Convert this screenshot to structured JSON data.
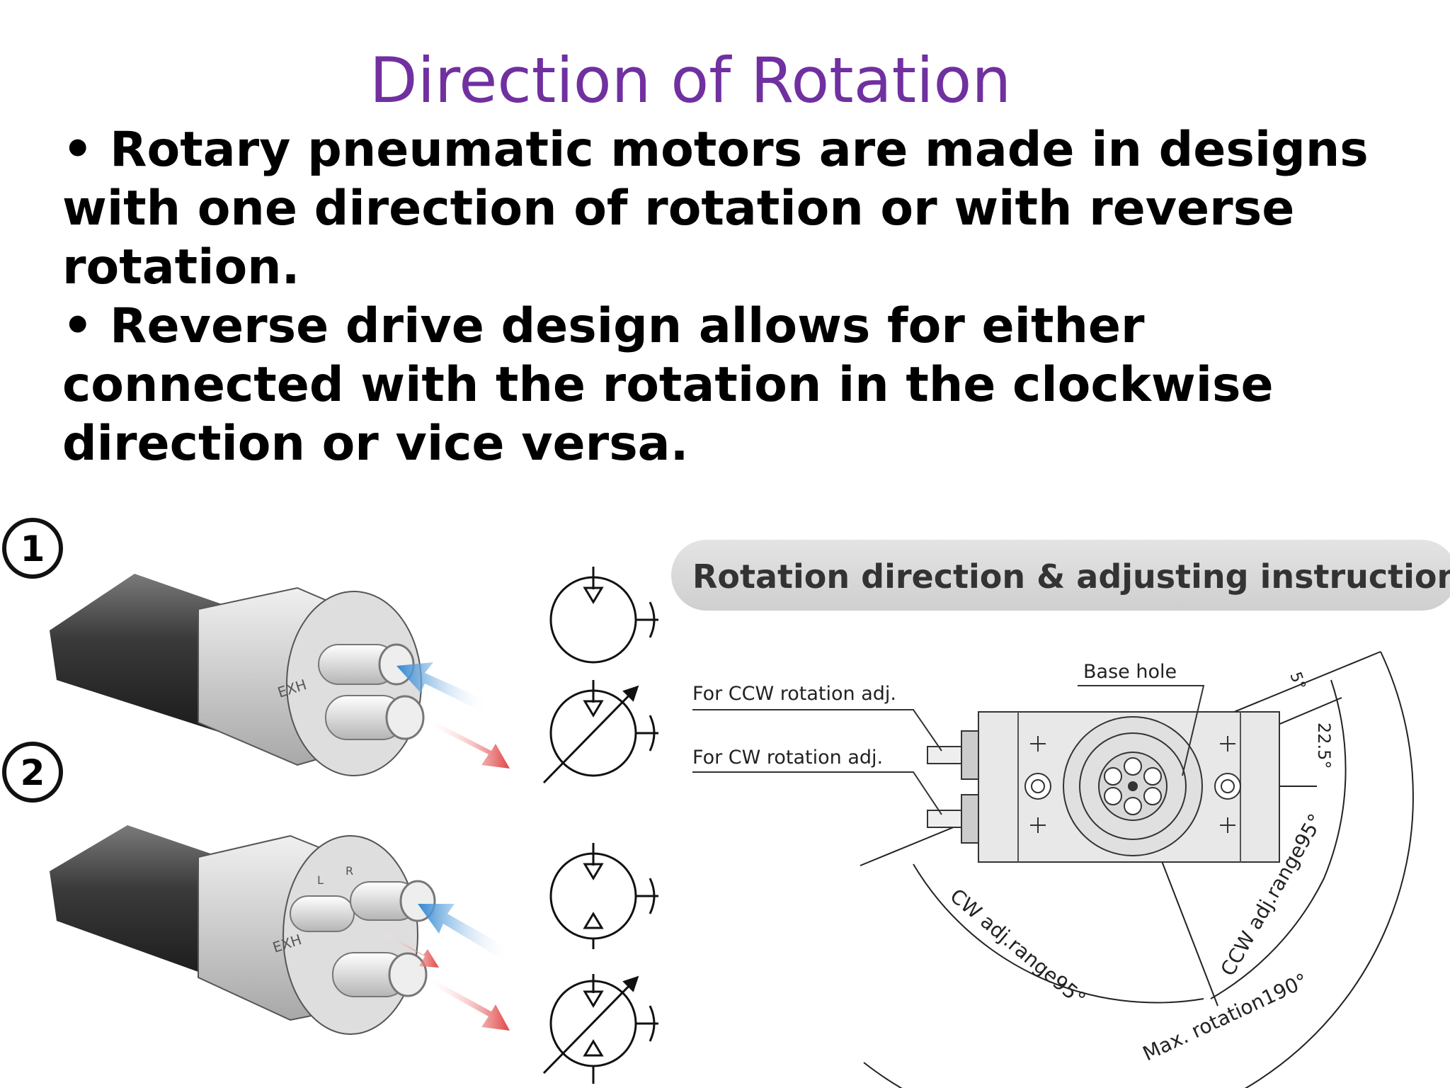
{
  "slide": {
    "title": "Direction of Rotation",
    "bullets": [
      "• Rotary pneumatic motors are made in designs with one direction of rotation or with reverse rotation.",
      "• Reverse drive design allows for either connected with the rotation in the clockwise direction or vice versa."
    ]
  },
  "left_figure": {
    "marker_1": "1",
    "marker_2": "2",
    "exh_label_1": "EXH",
    "exh_label_2": "EXH",
    "port_l": "L",
    "port_r": "R"
  },
  "right_figure": {
    "header": "Rotation direction & adjusting instruction",
    "label_base_hole": "Base hole",
    "label_ccw_adj": "For CCW rotation adj.",
    "label_cw_adj": "For CW rotation adj.",
    "angle_5": "5°",
    "angle_22_5": "22.5°",
    "cw_range": "CW adj.range95°",
    "ccw_range": "CCW adj.range95°",
    "max_rotation": "Max. rotation190°"
  },
  "colors": {
    "title": "#7030a0",
    "arrow_in": "#3a8fd6",
    "arrow_out": "#e05050"
  }
}
